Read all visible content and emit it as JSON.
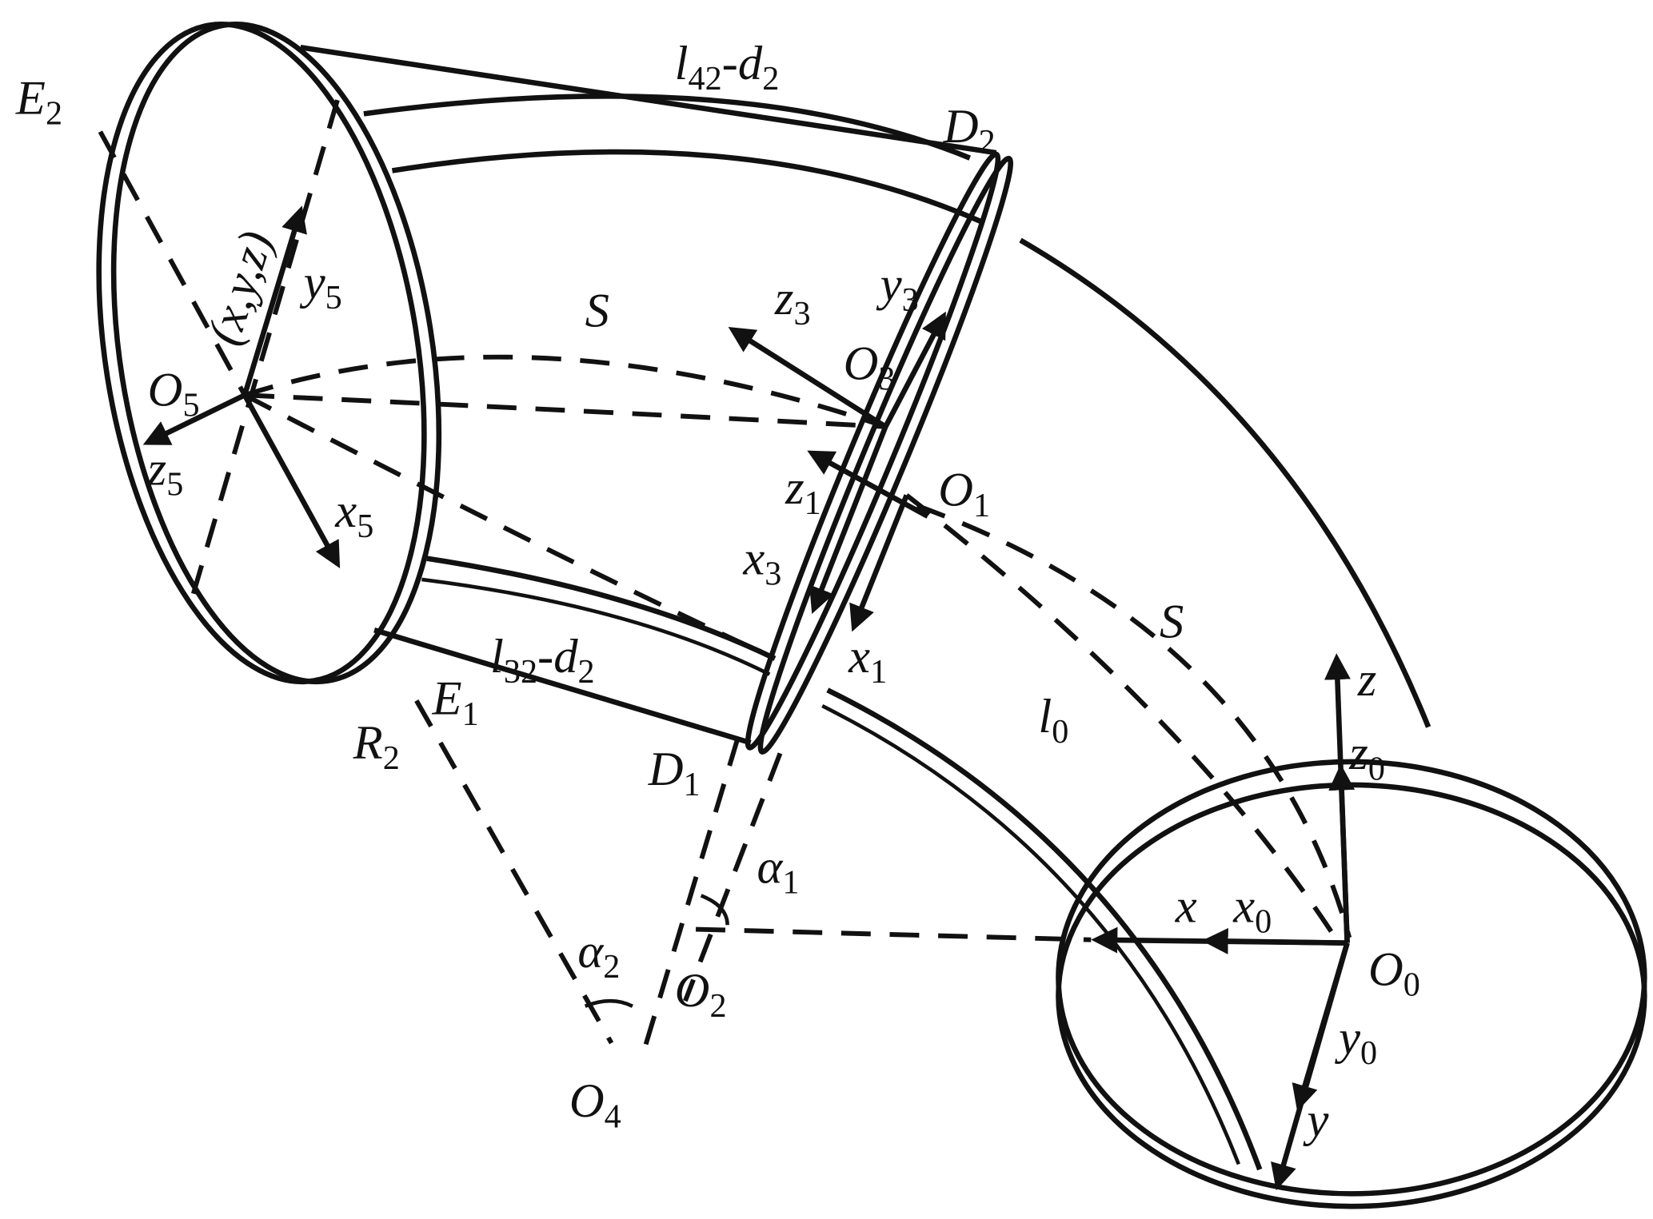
{
  "labels": {
    "E2": {
      "main": "E",
      "sub": "2"
    },
    "l42d2": {
      "main": "l",
      "sub": "42",
      "rest": "-d",
      "sub2": "2"
    },
    "D2": {
      "main": "D",
      "sub": "2"
    },
    "xyz": {
      "main": "(x,y,z)"
    },
    "y5": {
      "main": "y",
      "sub": "5"
    },
    "S_top": {
      "main": "S"
    },
    "z3": {
      "main": "z",
      "sub": "3"
    },
    "y3": {
      "main": "y",
      "sub": "3"
    },
    "O5": {
      "main": "O",
      "sub": "5"
    },
    "O3": {
      "main": "O",
      "sub": "3"
    },
    "z5": {
      "main": "z",
      "sub": "5"
    },
    "z1": {
      "main": "z",
      "sub": "1"
    },
    "O1": {
      "main": "O",
      "sub": "1"
    },
    "x5": {
      "main": "x",
      "sub": "5"
    },
    "x3": {
      "main": "x",
      "sub": "3"
    },
    "S_right": {
      "main": "S"
    },
    "x1": {
      "main": "x",
      "sub": "1"
    },
    "l32d2": {
      "main": "l",
      "sub": "32",
      "rest": "-d",
      "sub2": "2"
    },
    "E1": {
      "main": "E",
      "sub": "1"
    },
    "R2": {
      "main": "R",
      "sub": "2"
    },
    "D1": {
      "main": "D",
      "sub": "1"
    },
    "l0": {
      "main": "l",
      "sub": "0"
    },
    "z": {
      "main": "z"
    },
    "z0": {
      "main": "z",
      "sub": "0"
    },
    "alpha1": {
      "main": "α",
      "sub": "1"
    },
    "x": {
      "main": "x"
    },
    "x0": {
      "main": "x",
      "sub": "0"
    },
    "alpha2": {
      "main": "α",
      "sub": "2"
    },
    "O2": {
      "main": "O",
      "sub": "2"
    },
    "O0": {
      "main": "O",
      "sub": "0"
    },
    "y0": {
      "main": "y",
      "sub": "0"
    },
    "y": {
      "main": "y"
    },
    "O4": {
      "main": "O",
      "sub": "4"
    }
  }
}
